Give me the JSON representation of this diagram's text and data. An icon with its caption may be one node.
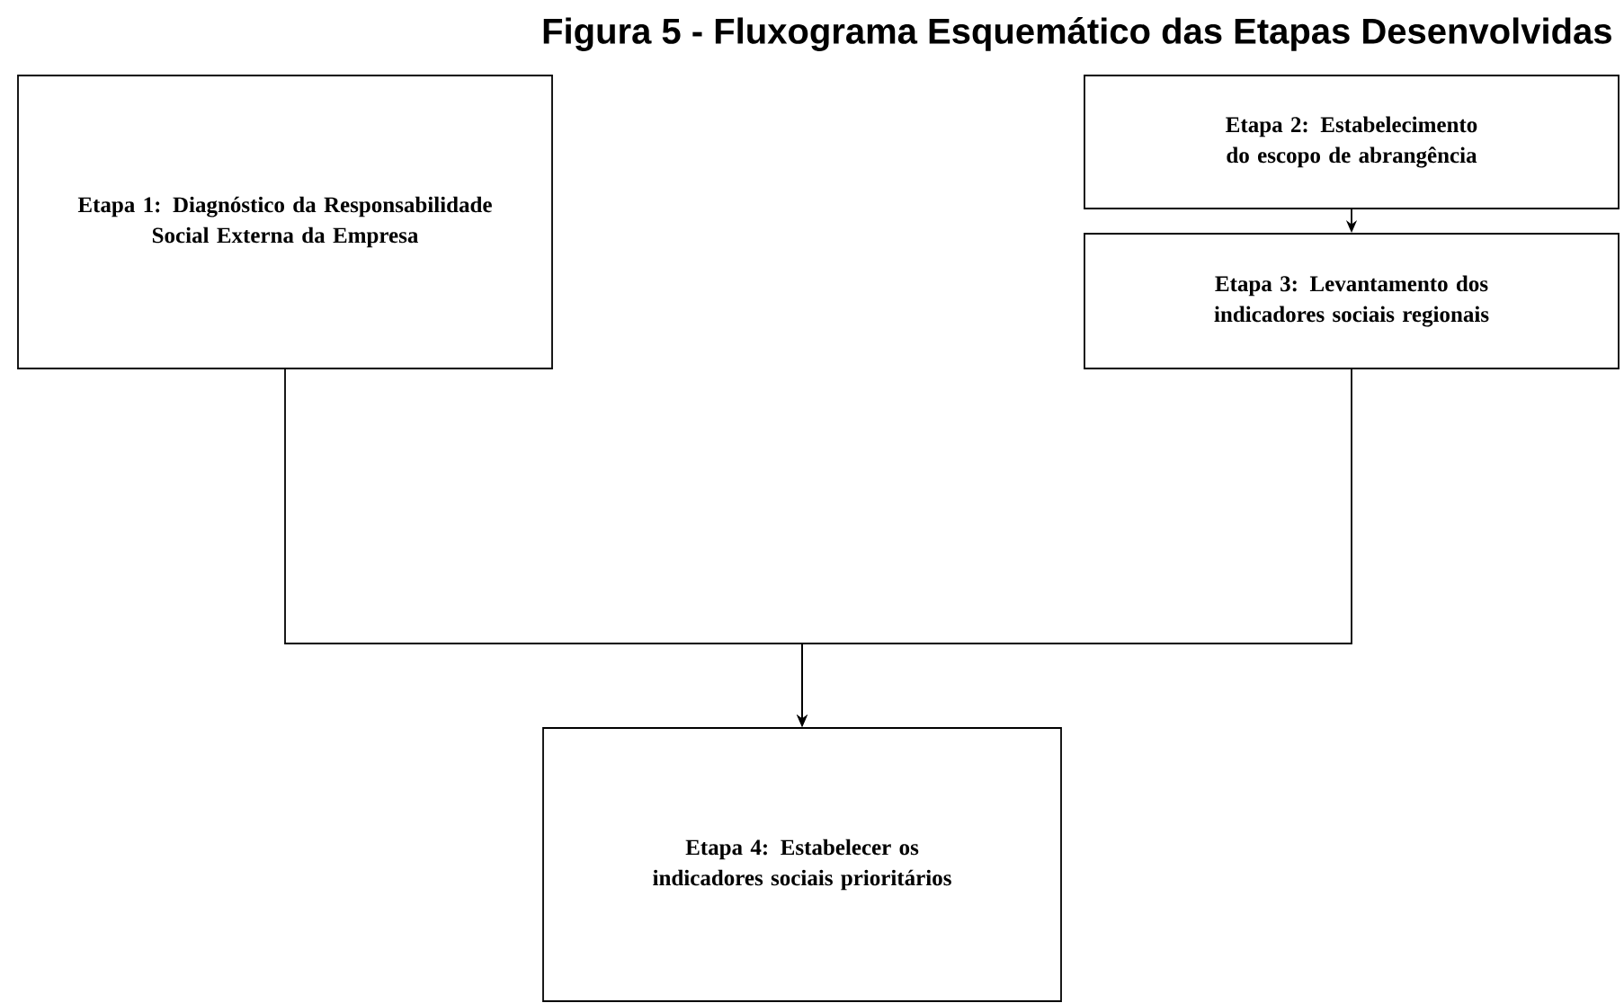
{
  "diagram": {
    "title": "Figura 5 - Fluxograma Esquemático das Etapas Desenvolvidas",
    "nodes": [
      {
        "text": [
          "Etapa 1: Diagnóstico da Responsabilidade Social Externa da Empresa"
        ]
      },
      {
        "text": [
          "Etapa 2: Estabelecimento do escopo de abrangência"
        ]
      },
      {
        "text": [
          "Etapa 3: Levantamento dos indicadores sociais regionais"
        ]
      },
      {
        "text": [
          "Etapa 4: Estabelecer os indicadores sociais prioritários"
        ]
      }
    ],
    "edges": [
      {
        "from": 1,
        "to": 2,
        "arrow": "to"
      },
      {
        "from": 0,
        "to": 3,
        "arrow": "to"
      },
      {
        "from": 2,
        "to": 3,
        "arrow": "to"
      }
    ]
  }
}
